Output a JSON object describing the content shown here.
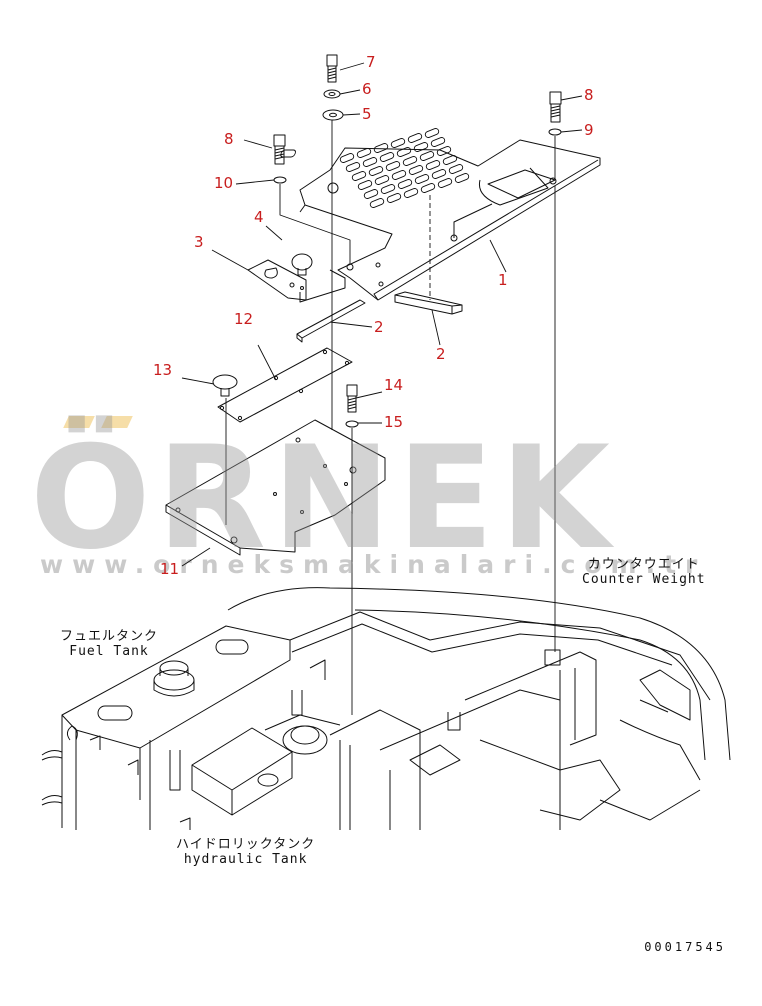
{
  "diagram": {
    "callouts": [
      {
        "id": "7",
        "text": "7"
      },
      {
        "id": "6",
        "text": "6"
      },
      {
        "id": "5",
        "text": "5"
      },
      {
        "id": "8a",
        "text": "8"
      },
      {
        "id": "9",
        "text": "9"
      },
      {
        "id": "8b",
        "text": "8"
      },
      {
        "id": "10",
        "text": "10"
      },
      {
        "id": "4",
        "text": "4"
      },
      {
        "id": "3",
        "text": "3"
      },
      {
        "id": "1",
        "text": "1"
      },
      {
        "id": "12",
        "text": "12"
      },
      {
        "id": "2a",
        "text": "2"
      },
      {
        "id": "2b",
        "text": "2"
      },
      {
        "id": "13",
        "text": "13"
      },
      {
        "id": "14",
        "text": "14"
      },
      {
        "id": "15",
        "text": "15"
      },
      {
        "id": "11",
        "text": "11"
      }
    ],
    "labels": {
      "counter_weight_jp": "カウンタウエイト",
      "counter_weight_en": "Counter Weight",
      "fuel_tank_jp": "フュエルタンク",
      "fuel_tank_en": "Fuel Tank",
      "hydraulic_tank_jp": "ハイドロリックタンク",
      "hydraulic_tank_en": "hydraulic Tank"
    },
    "document_number": "00017545",
    "colors": {
      "callout": "#c81e1e",
      "line": "#111111"
    }
  },
  "watermark": {
    "brand": "ÖRNEK",
    "url": "www.orneksmakinalari.com.tr"
  }
}
